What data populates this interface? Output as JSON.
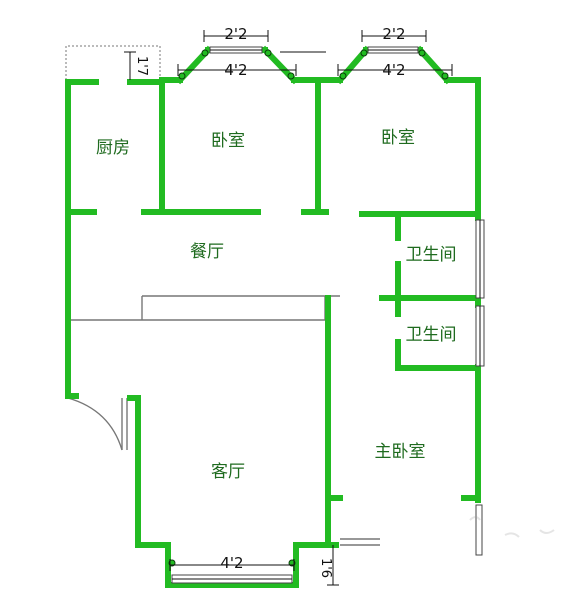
{
  "rooms": {
    "kitchen": "厨房",
    "bedroom_left": "卧室",
    "bedroom_right": "卧室",
    "dining": "餐厅",
    "bath_upper": "卫生间",
    "bath_lower": "卫生间",
    "master_bedroom": "主卧室",
    "living": "客厅"
  },
  "dimensions": {
    "bay_left_top": "2'2",
    "bay_left_width": "4'2",
    "bay_right_top": "2'2",
    "bay_right_width": "4'2",
    "bay_bottom_width": "4'2",
    "balcony_depth": "1'7",
    "bottom_depth": "1'6"
  },
  "colors": {
    "wall": "#22bb22",
    "label": "#1f6b1f",
    "dimension": "#111111"
  }
}
